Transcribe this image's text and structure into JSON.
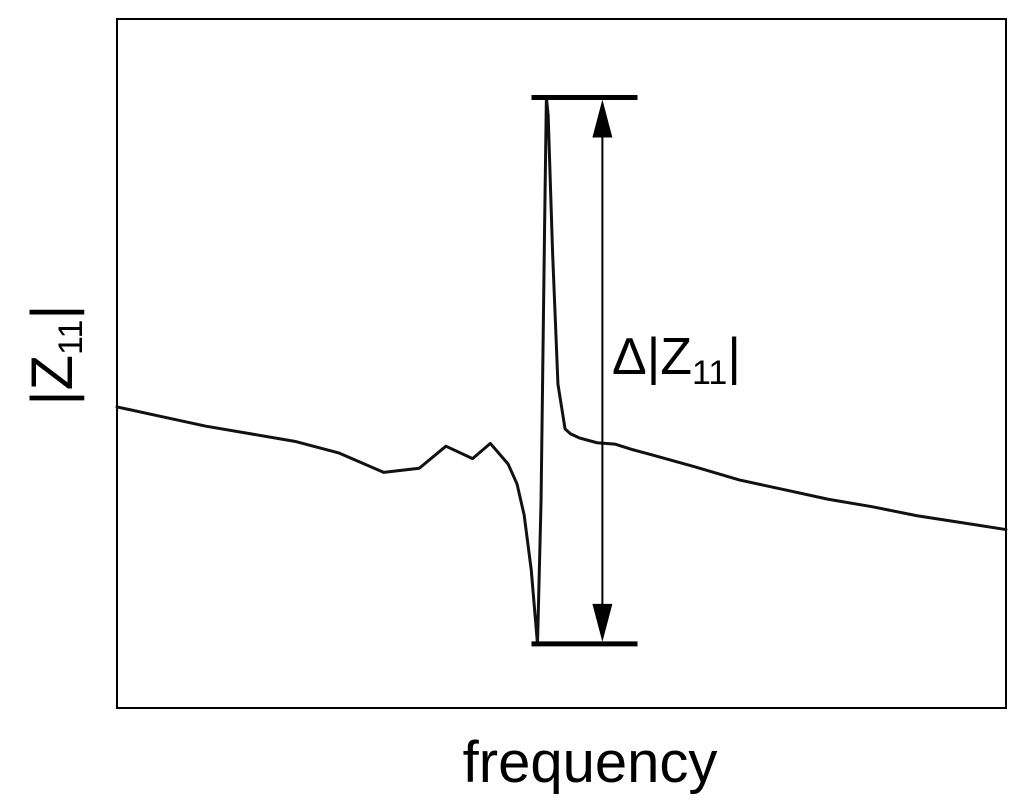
{
  "chart_data": {
    "type": "line",
    "xlabel": "frequency",
    "ylabel": {
      "prefix": "|Z",
      "subscript": "11",
      "suffix": "|"
    },
    "annotation": {
      "prefix": "Δ|Z",
      "subscript": "11",
      "suffix": "|"
    },
    "xlim": [
      0,
      100
    ],
    "ylim": [
      0,
      100
    ],
    "grid": false,
    "legend": "none",
    "line_color": "#111111",
    "series": [
      {
        "x": [
          0,
          5,
          10,
          15,
          20,
          25,
          30,
          34,
          37,
          40,
          42,
          44,
          45,
          45.8,
          46.6,
          47.3,
          47.7,
          48.1,
          48.3,
          48.5,
          49,
          49.6,
          50.4,
          51,
          52,
          54,
          56,
          58,
          60,
          65,
          70,
          75,
          80,
          85,
          90,
          95,
          100
        ],
        "y": [
          43.7,
          42.3,
          40.9,
          39.8,
          38.7,
          37,
          34.2,
          34.8,
          38,
          36.2,
          38.4,
          35.4,
          32.5,
          28,
          20,
          9.3,
          30,
          70,
          88.6,
          86,
          66,
          47,
          40.5,
          39.8,
          39.2,
          38.5,
          38.3,
          37.5,
          36.8,
          35,
          33.1,
          31.7,
          30.3,
          29.2,
          27.9,
          26.9,
          25.9
        ]
      }
    ],
    "delta_markers": {
      "top_value": 88.6,
      "bottom_value": 9.3,
      "x": 48.2,
      "arrow_x": 54.6
    }
  }
}
